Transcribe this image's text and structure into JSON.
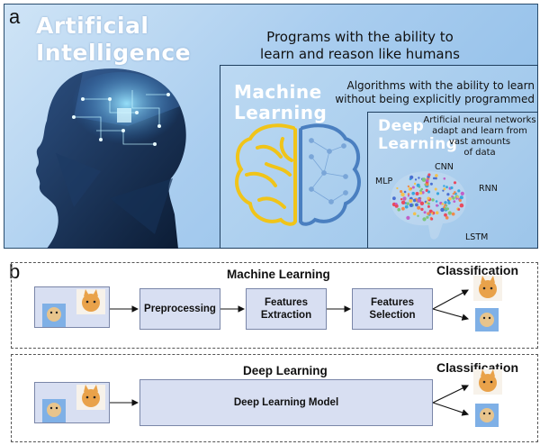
{
  "panel_a": {
    "letter": "a",
    "ai_title_line1": "Artificial",
    "ai_title_line2": "Intelligence",
    "ai_desc_line1": "Programs with the ability to",
    "ai_desc_line2": "learn and reason like humans",
    "ml_title_line1": "Machine",
    "ml_title_line2": "Learning",
    "ml_desc_line1": "Algorithms with the ability to learn",
    "ml_desc_line2": "without being explicitly programmed",
    "dl_title_line1": "Deep",
    "dl_title_line2": "Learning",
    "dl_desc_line1": "Artificial neural networks",
    "dl_desc_line2": "adapt and learn from",
    "dl_desc_line3": "vast amounts",
    "dl_desc_line4": "of data",
    "networks": [
      "CNN",
      "MLP",
      "RNN",
      "LSTM"
    ]
  },
  "panel_b": {
    "letter": "b",
    "ml_section": {
      "title": "Machine Learning",
      "classification": "Classification",
      "stages": [
        {
          "line1": "Preprocessing",
          "line2": ""
        },
        {
          "line1": "Features",
          "line2": "Extraction"
        },
        {
          "line1": "Features",
          "line2": "Selection"
        }
      ]
    },
    "dl_section": {
      "title": "Deep Learning",
      "classification": "Classification",
      "model": "Deep Learning Model"
    }
  },
  "colors": {
    "panel_bg": "#a9cdef",
    "stage_fill": "#d8dff2",
    "brain_gold": "#f0c419",
    "brain_blue": "#4a7fc0"
  }
}
